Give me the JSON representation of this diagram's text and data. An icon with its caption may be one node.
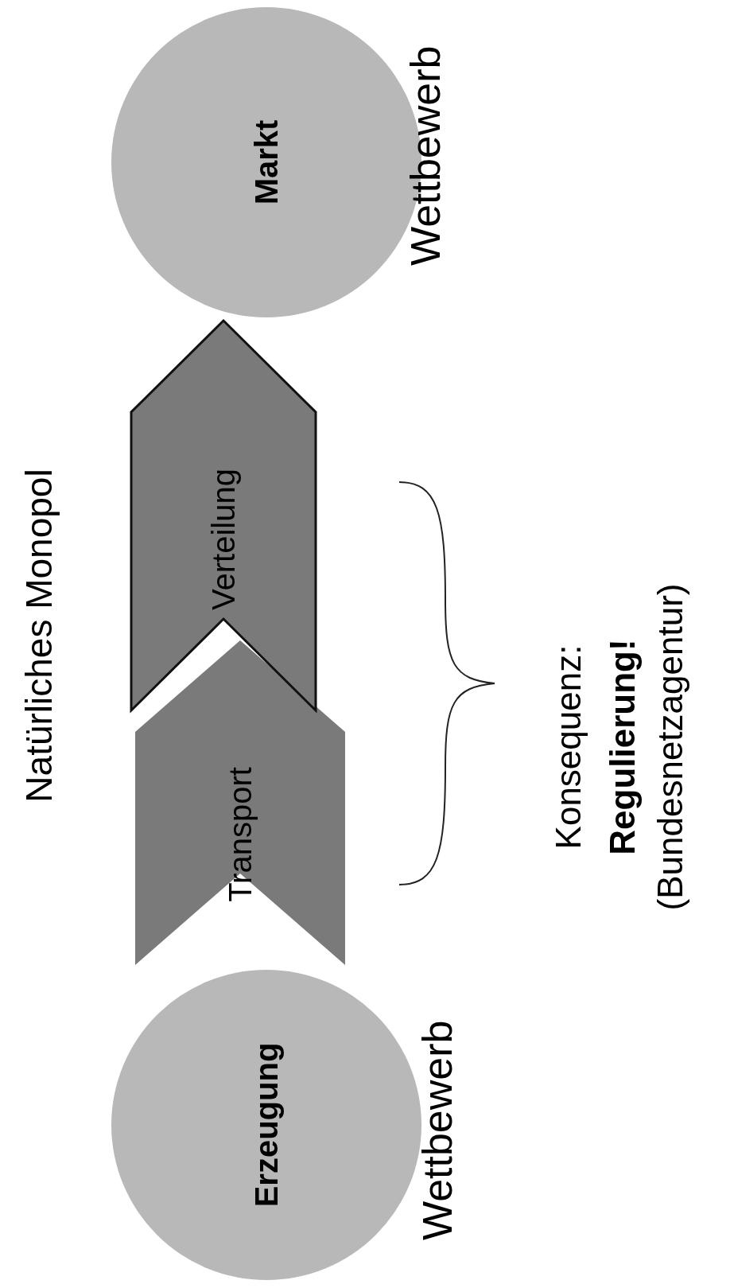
{
  "diagram": {
    "title": "Natürliches Monopol",
    "nodes": [
      {
        "text": [
          "Erzeugung"
        ],
        "beside": [
          "Wettbewerb"
        ]
      },
      {
        "text": [
          "Transport"
        ]
      },
      {
        "text": [
          "Verteilung"
        ]
      },
      {
        "text": [
          "Markt"
        ],
        "beside": [
          "Wettbewerb"
        ]
      }
    ],
    "labels": [
      "Konsequenz:",
      "Regulierung!",
      "(Bundesnetzagentur)"
    ]
  }
}
